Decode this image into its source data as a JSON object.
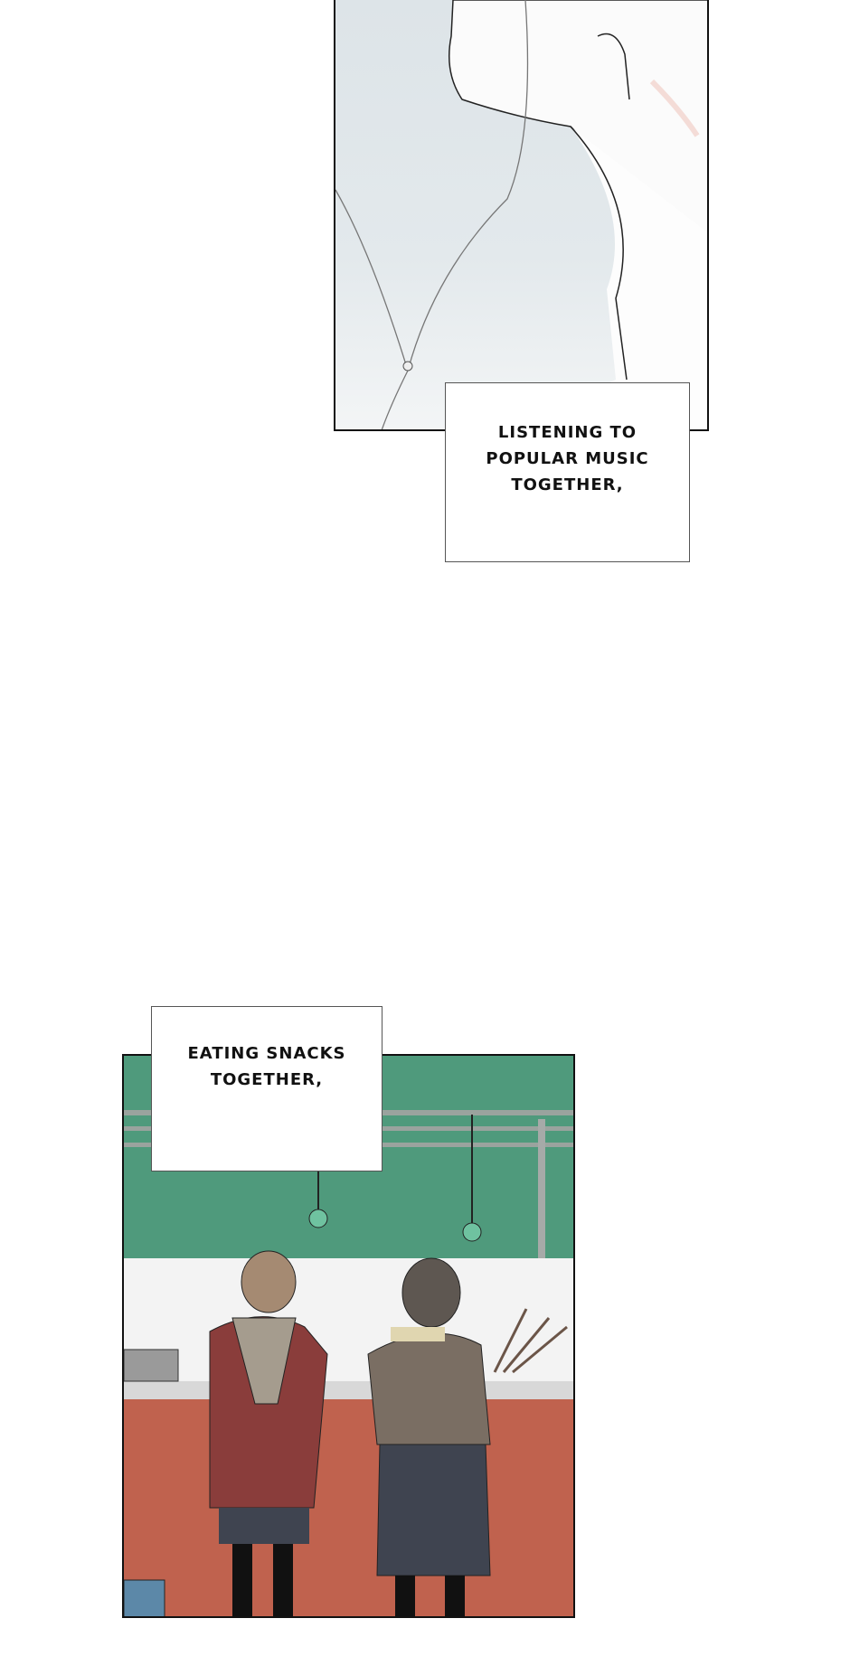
{
  "panels": [
    {
      "caption_lines": [
        "LISTENING TO",
        "POPULAR MUSIC",
        "TOGETHER,"
      ]
    },
    {
      "caption_lines": [
        "EATING SNACKS",
        "TOGETHER,"
      ]
    }
  ],
  "colors": {
    "sky": "#dde4e8",
    "awning_green": "#4f9a7c",
    "counter_red": "#c0624e",
    "coat_maroon": "#8a3d3b",
    "coat_brown": "#7a6e63",
    "skirt": "#3f4450"
  }
}
